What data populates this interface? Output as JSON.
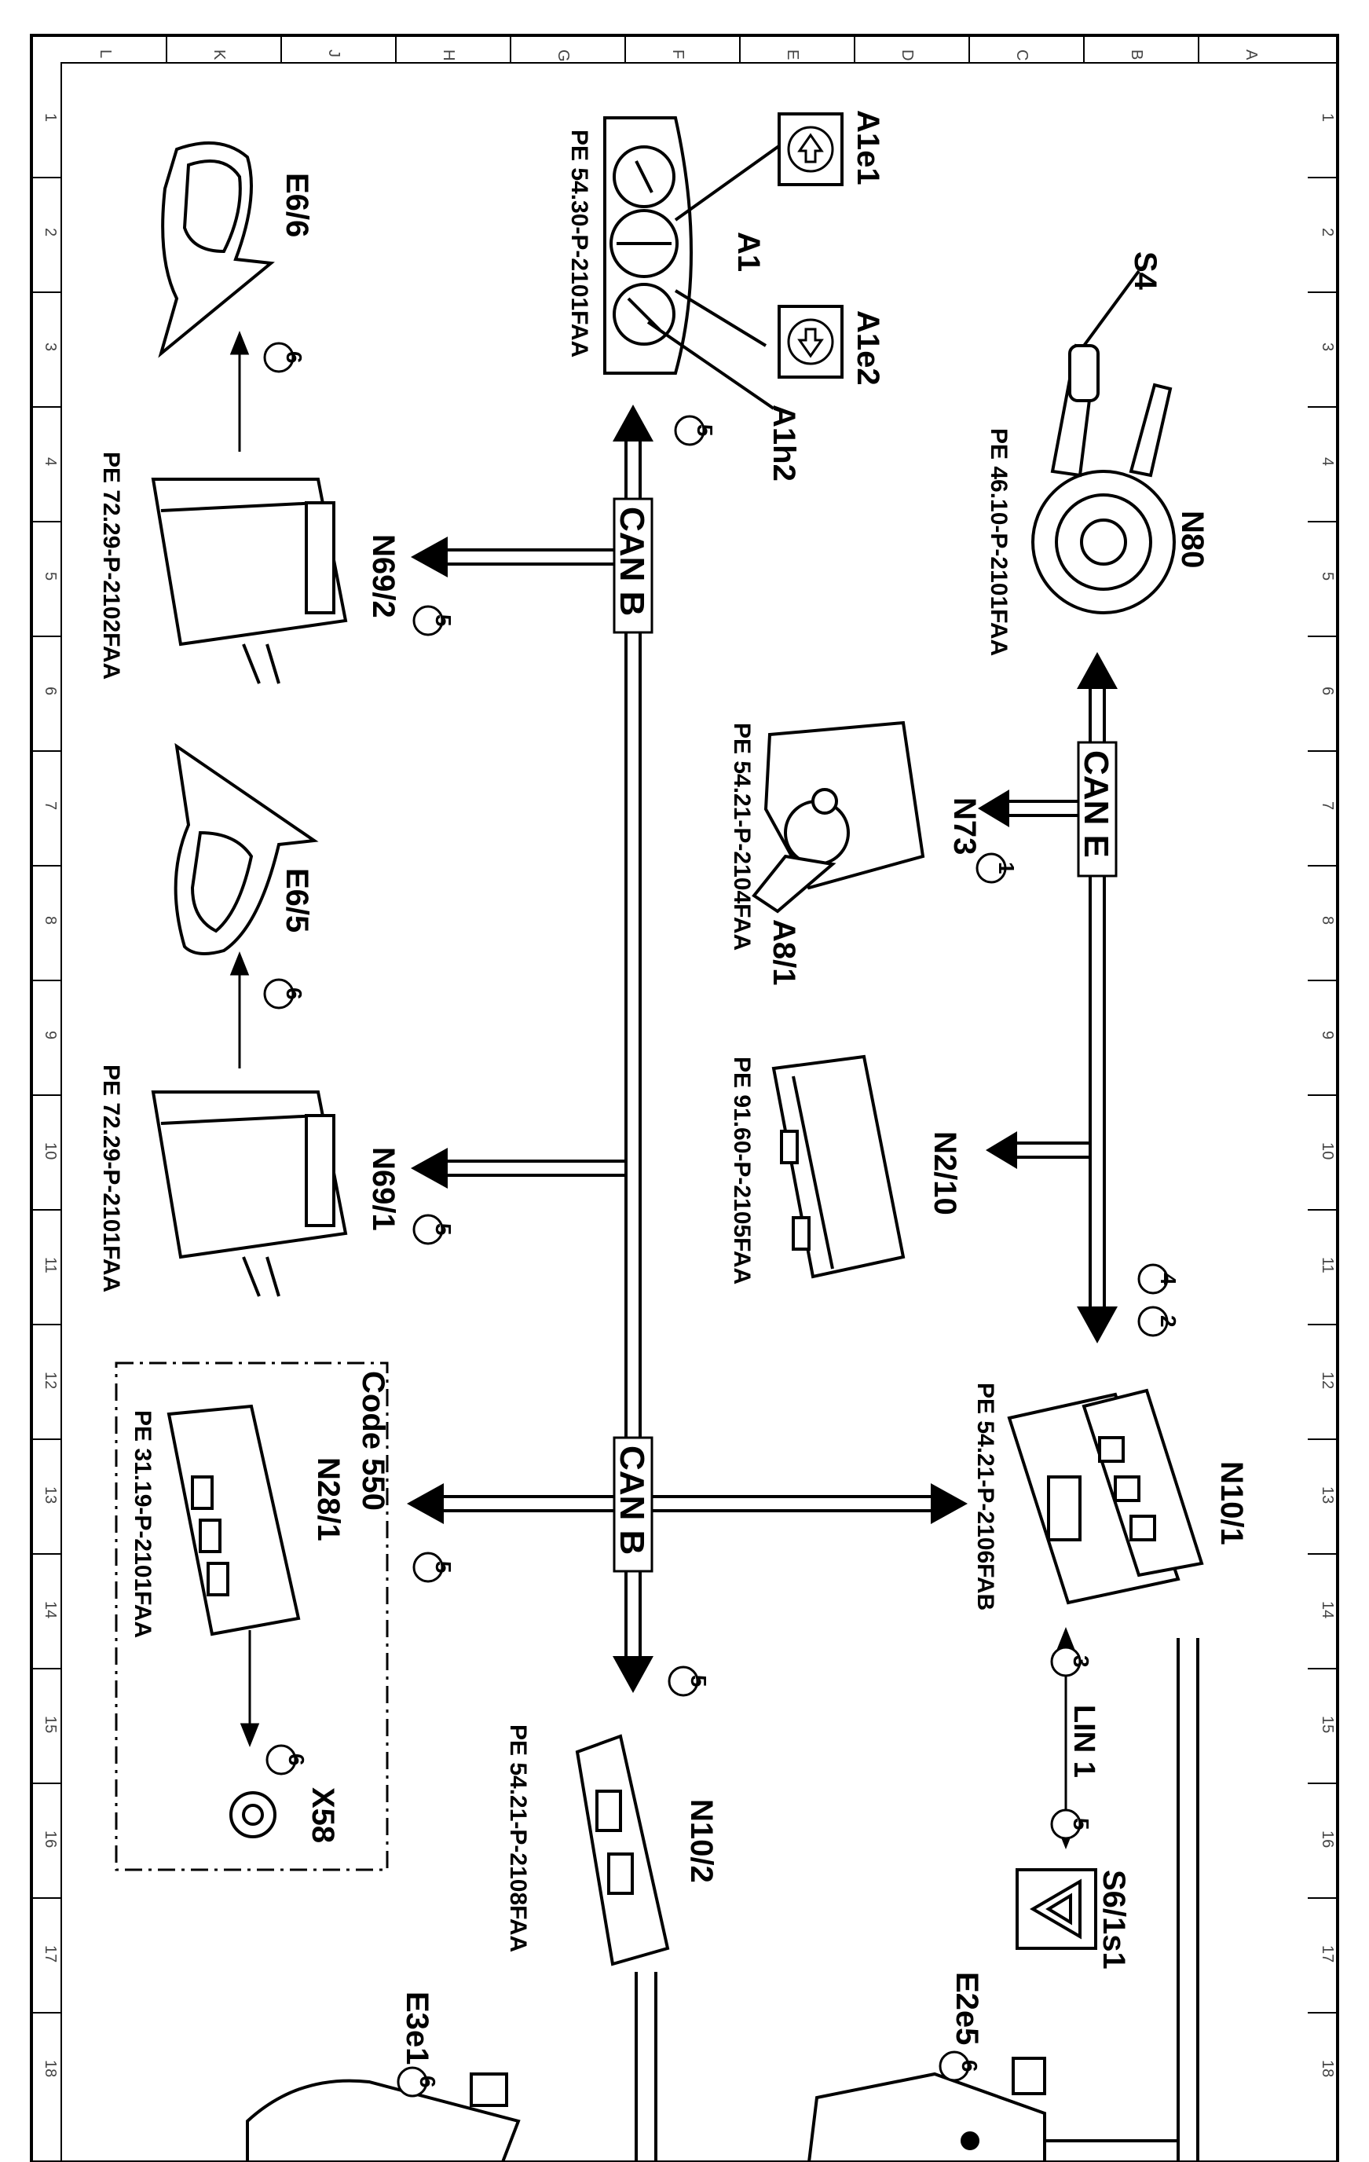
{
  "grid": {
    "columns": [
      "L",
      "K",
      "J",
      "H",
      "G",
      "F",
      "E",
      "D",
      "C",
      "B",
      "A"
    ],
    "rows": [
      "1",
      "2",
      "3",
      "4",
      "5",
      "6",
      "7",
      "8",
      "9",
      "10",
      "11",
      "12",
      "13",
      "14",
      "15",
      "16",
      "17",
      "18"
    ]
  },
  "buses": {
    "can_b": "CAN B",
    "can_e": "CAN E",
    "lin1": "LIN 1"
  },
  "components": {
    "A1": "A1",
    "A1e1": "A1e1",
    "A1e2": "A1e2",
    "A1h2": "A1h2",
    "S4": "S4",
    "N80": "N80",
    "N73": "N73",
    "A8_1": "A8/1",
    "N2_10": "N2/10",
    "N10_1": "N10/1",
    "N10_2": "N10/2",
    "S6_1s1": "S6/1s1",
    "E2e5": "E2e5",
    "E3e1": "E3e1",
    "E6_6": "E6/6",
    "E6_5": "E6/5",
    "N69_2": "N69/2",
    "N69_1": "N69/1",
    "N28_1": "N28/1",
    "X58": "X58",
    "code550": "Code 550"
  },
  "references": {
    "a1": "PE 54.30-P-2101FAA",
    "n80": "PE 46.10-P-2101FAA",
    "n73": "PE 54.21-P-2104FAA",
    "n2_10": "PE 91.60-P-2105FAA",
    "n10_1": "PE 54.21-P-2106FAB",
    "n10_2": "PE 54.21-P-2108FAA",
    "n69_2": "PE 72.29-P-2102FAA",
    "n69_1": "PE 72.29-P-2101FAA",
    "n28_1": "PE 31.19-P-2101FAA"
  },
  "circled": {
    "c1": "1",
    "c2": "2",
    "c3": "3",
    "c4": "4",
    "c5": "5",
    "c6": "6"
  },
  "colors": {
    "line": "#000000",
    "background": "#ffffff"
  }
}
